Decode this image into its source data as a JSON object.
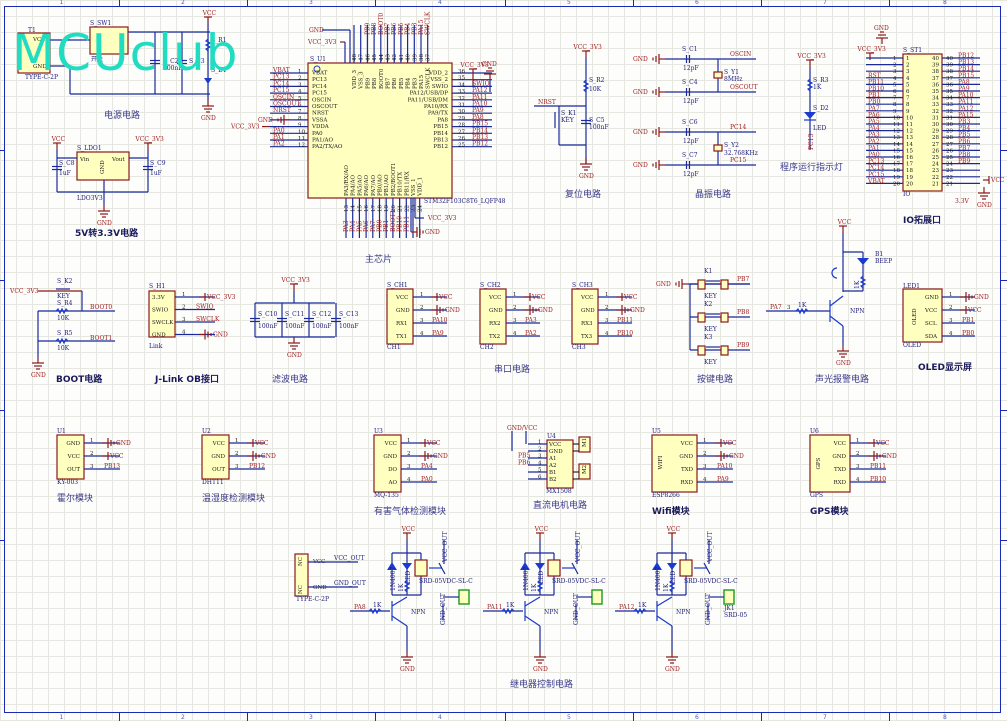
{
  "watermark": "MCUclub",
  "zones": [
    "1",
    "2",
    "3",
    "4",
    "5",
    "6",
    "7",
    "8"
  ],
  "sections": {
    "power": {
      "caption": "电源电路",
      "typec": {
        "ref": "T1",
        "pins": [
          "VCC",
          "GND"
        ],
        "part": "TYPE-C-2P"
      },
      "switch": {
        "ref": "S_SW1",
        "label": "开关"
      },
      "c2": {
        "ref": "S_C2",
        "value": "100nF"
      },
      "c3": {
        "ref": "S_C3",
        "value": "10uF"
      },
      "r1": {
        "ref": "S_R1"
      },
      "d1": {
        "ref": "S_D1"
      },
      "vcc": "VCC",
      "gnd": "GND"
    },
    "ldo": {
      "caption": "5V转3.3V电路",
      "ref": "S_LDO1",
      "part": "LDO3V3",
      "pins": {
        "vin": "Vin",
        "vout": "Vout",
        "gnd": "GND"
      },
      "c8": {
        "ref": "S_C8",
        "value": "1uF"
      },
      "c9": {
        "ref": "S_C9",
        "value": "1uF"
      },
      "vcc": "VCC",
      "vcc3v3": "VCC_3V3",
      "gnd": "GND"
    },
    "mcu": {
      "caption": "主芯片",
      "ref": "S_U1",
      "part": "STM32F103C8T6_LQFP48",
      "left_pins": [
        {
          "n": "1",
          "name": "VBAT",
          "net": "VBAT"
        },
        {
          "n": "2",
          "name": "PC13",
          "net": "PC13"
        },
        {
          "n": "3",
          "name": "PC14",
          "net": "PC14"
        },
        {
          "n": "4",
          "name": "PC15",
          "net": "PC15"
        },
        {
          "n": "5",
          "name": "OSCIN",
          "net": "OSCIN"
        },
        {
          "n": "6",
          "name": "OSCOUT",
          "net": "OSCOUT"
        },
        {
          "n": "7",
          "name": "NRST",
          "net": "NRST"
        },
        {
          "n": "8",
          "name": "VSSA",
          "net": "GND"
        },
        {
          "n": "9",
          "name": "VDDA",
          "net": "VCC_3V3"
        },
        {
          "n": "10",
          "name": "PA0",
          "net": "PA0"
        },
        {
          "n": "11",
          "name": "PA1/AO",
          "net": "PA1"
        },
        {
          "n": "12",
          "name": "PA2/TX/AO",
          "net": "PA2"
        }
      ],
      "right_pins": [
        {
          "n": "36",
          "name": "VDD_2",
          "net": "VCC_3V3"
        },
        {
          "n": "35",
          "name": "VSS_2",
          "net": "GND"
        },
        {
          "n": "34",
          "name": "SWIO",
          "net": "SWIO"
        },
        {
          "n": "33",
          "name": "PA12/USB/DP",
          "net": "PA12"
        },
        {
          "n": "32",
          "name": "PA11/USB/DM",
          "net": "PA11"
        },
        {
          "n": "31",
          "name": "PA10/RX",
          "net": "PA10"
        },
        {
          "n": "30",
          "name": "PA9/TX",
          "net": "PA9"
        },
        {
          "n": "29",
          "name": "PA8",
          "net": "PA8"
        },
        {
          "n": "28",
          "name": "PB15",
          "net": "PB15"
        },
        {
          "n": "27",
          "name": "PB14",
          "net": "PB14"
        },
        {
          "n": "26",
          "name": "PB13",
          "net": "PB13"
        },
        {
          "n": "25",
          "name": "PB12",
          "net": "PB12"
        }
      ],
      "top_pins": [
        {
          "n": "48",
          "name": "VDD_3"
        },
        {
          "n": "47",
          "name": "VSS_3"
        },
        {
          "n": "46",
          "name": "PB9",
          "net": "PB9"
        },
        {
          "n": "45",
          "name": "PB8",
          "net": "PB8"
        },
        {
          "n": "44",
          "name": "BOOT0",
          "net": "BOOT0"
        },
        {
          "n": "43",
          "name": "PB7",
          "net": "PB7"
        },
        {
          "n": "42",
          "name": "PB6",
          "net": "PB6"
        },
        {
          "n": "41",
          "name": "PB5",
          "net": "PB5"
        },
        {
          "n": "40",
          "name": "PB4",
          "net": "PB4"
        },
        {
          "n": "39",
          "name": "PB3",
          "net": "PB3"
        },
        {
          "n": "38",
          "name": "PA15",
          "net": "PA15"
        },
        {
          "n": "37",
          "name": "SWCLK",
          "net": "SWCLK"
        }
      ],
      "bottom_pins": [
        {
          "n": "13",
          "name": "PA3/RX/AO",
          "net": "PA3"
        },
        {
          "n": "14",
          "name": "PA4/AO",
          "net": "PA4"
        },
        {
          "n": "15",
          "name": "PA5/AO",
          "net": "PA5"
        },
        {
          "n": "16",
          "name": "PA6/AO",
          "net": "PA6"
        },
        {
          "n": "17",
          "name": "PA7/AO",
          "net": "PA7"
        },
        {
          "n": "18",
          "name": "PB0/AO",
          "net": "PB0"
        },
        {
          "n": "19",
          "name": "PB1/AO",
          "net": "PB1"
        },
        {
          "n": "20",
          "name": "PB2/BOOT1",
          "net": "BOOT1"
        },
        {
          "n": "21",
          "name": "PB10/TX",
          "net": "PB10"
        },
        {
          "n": "22",
          "name": "PB11/RX",
          "net": "PB11"
        },
        {
          "n": "23",
          "name": "VSS_1"
        },
        {
          "n": "24",
          "name": "VDD_1"
        }
      ],
      "gnd": "GND",
      "vcc3v3": "VCC_3V3"
    },
    "reset": {
      "caption": "复位电路",
      "vcc3v3": "VCC_3V3",
      "gnd": "GND",
      "net": "NRST",
      "r2": {
        "ref": "S_R2",
        "value": "10K"
      },
      "k1": {
        "ref": "S_K1",
        "value": "KEY"
      },
      "c5": {
        "ref": "S_C5",
        "value": "100nF"
      }
    },
    "crystal": {
      "caption": "晶振电路",
      "gnd": "GND",
      "caps": [
        {
          "ref": "S_C1",
          "value": "12pF"
        },
        {
          "ref": "S_C4",
          "value": "12pF"
        },
        {
          "ref": "S_C6",
          "value": "12pF"
        },
        {
          "ref": "S_C7",
          "value": "12pF"
        }
      ],
      "y1": {
        "ref": "S_Y1",
        "value": "8MHz"
      },
      "y2": {
        "ref": "S_Y2",
        "value": "32.768KHz"
      },
      "nets": [
        "OSCIN",
        "OSCOUT",
        "PC14",
        "PC15"
      ]
    },
    "led": {
      "caption": "程序运行指示灯",
      "vcc3v3": "VCC_3V3",
      "r3": {
        "ref": "S_R3",
        "value": "1K"
      },
      "d2": {
        "ref": "S_D2",
        "value": "LED"
      },
      "net": "PC13"
    },
    "io": {
      "caption": "IO拓展口",
      "ref": "S_ST1",
      "part": "IO",
      "gnd": "GND",
      "vcc": "VCC",
      "v33": "3.3V",
      "vcc3v3": "VCC_3V3",
      "left_nets": [
        "",
        "",
        "",
        "RST",
        "PB11",
        "PB10",
        "PB1",
        "PB0",
        "PA7",
        "PA6",
        "PA5",
        "PA4",
        "PA3",
        "PA2",
        "PA1",
        "PA0",
        "PC13",
        "PC14",
        "PC15",
        "VBAT"
      ],
      "right_nets": [
        "PB12",
        "PB13",
        "PB14",
        "PB15",
        "PA8",
        "PA9",
        "PA10",
        "PA11",
        "PA12",
        "PA15",
        "PB3",
        "PB4",
        "PB5",
        "PB6",
        "PB7",
        "PB8",
        "PB9",
        "",
        "",
        ""
      ]
    },
    "boot": {
      "caption": "BOOT电路",
      "vcc3v3": "VCC_3V3",
      "gnd": "GND",
      "k2": {
        "ref": "S_K2",
        "value": "KEY"
      },
      "r4": {
        "ref": "S_R4",
        "value": "10K"
      },
      "r5": {
        "ref": "S_R5",
        "value": "10K"
      },
      "nets": [
        "BOOT0",
        "BOOT1"
      ]
    },
    "jlink": {
      "caption": "J-Link OB接口",
      "ref": "S_H1",
      "part": "Link",
      "pins": [
        {
          "n": "1",
          "name": "3.3V",
          "net": "VCC_3V3"
        },
        {
          "n": "2",
          "name": "SWIO",
          "net": "SWIO"
        },
        {
          "n": "3",
          "name": "SWCLK",
          "net": "SWCLK"
        },
        {
          "n": "4",
          "name": "GND",
          "net": "GND"
        }
      ]
    },
    "filter": {
      "caption": "滤波电路",
      "vcc3v3": "VCC_3V3",
      "gnd": "GND",
      "caps": [
        {
          "ref": "S_C10",
          "value": "100nF"
        },
        {
          "ref": "S_C11",
          "value": "100nF"
        },
        {
          "ref": "S_C12",
          "value": "100nF"
        },
        {
          "ref": "S_C13",
          "value": "100nF"
        }
      ]
    },
    "serial": {
      "caption": "串口电路",
      "ports": [
        {
          "ref": "S_CH1",
          "part": "CH1",
          "pins": [
            "VCC",
            "GND",
            "RX1",
            "TX1"
          ],
          "nets": [
            "VCC",
            "GND",
            "PA10",
            "PA9"
          ]
        },
        {
          "ref": "S_CH2",
          "part": "CH2",
          "pins": [
            "VCC",
            "GND",
            "RX2",
            "TX2"
          ],
          "nets": [
            "VCC",
            "GND",
            "PA3",
            "PA2"
          ]
        },
        {
          "ref": "S_CH3",
          "part": "CH3",
          "pins": [
            "VCC",
            "GND",
            "RX3",
            "TX3"
          ],
          "nets": [
            "VCC",
            "GND",
            "PB11",
            "PB10"
          ]
        }
      ]
    },
    "keys": {
      "caption": "按键电路",
      "gnd": "GND",
      "keys": [
        {
          "ref": "K1",
          "value": "KEY",
          "net": "PB7"
        },
        {
          "ref": "K2",
          "value": "KEY",
          "net": "PB8"
        },
        {
          "ref": "K3",
          "value": "KEY",
          "net": "PB9"
        }
      ]
    },
    "buzzer": {
      "caption": "声光报警电路",
      "vcc": "VCC",
      "gnd": "GND",
      "net": "PA7",
      "pin": "3",
      "r": "1K",
      "r2": "1K",
      "q": "NPN",
      "b1": {
        "ref": "B1",
        "value": "BEEP"
      }
    },
    "oled": {
      "caption": "OLED显示屏",
      "ref": "LED1",
      "part": "OLED",
      "body": "OLED",
      "pins": [
        "GND",
        "VCC",
        "SCL",
        "SDA"
      ],
      "nets": [
        "GND",
        "VCC",
        "PB1",
        "PB0"
      ]
    },
    "hall": {
      "caption": "霍尔模块",
      "ref": "U1",
      "part": "KY-003",
      "pins": [
        "GND",
        "VCC",
        "OUT"
      ],
      "nets": [
        "GND",
        "VCC",
        "PB13"
      ]
    },
    "dht": {
      "caption": "温湿度检测模块",
      "ref": "U2",
      "part": "DHT11",
      "pins": [
        "VCC",
        "GND",
        "OUT"
      ],
      "nets": [
        "VCC",
        "GND",
        "PB12"
      ]
    },
    "gas": {
      "caption": "有害气体检测模块",
      "ref": "U3",
      "part": "MQ-135",
      "pins": [
        "VCC",
        "GND",
        "DO",
        "AO"
      ],
      "nets": [
        "VCC",
        "GND",
        "PA4",
        "PA0"
      ]
    },
    "motor": {
      "caption": "直流电机电路",
      "ref": "U4",
      "part": "MX1508",
      "pins": [
        "VCC",
        "GND",
        "A1",
        "A2",
        "B1",
        "B2"
      ],
      "nets": [
        "VCC",
        "GND",
        "PB5",
        "PB6",
        "",
        ""
      ],
      "top": "GND/VCC",
      "m1": "M1",
      "m2": "M2"
    },
    "wifi": {
      "caption": "Wifi模块",
      "ref": "U5",
      "part": "ESP8266",
      "body": "WIFI",
      "pins": [
        "VCC",
        "GND",
        "TXD",
        "RXD"
      ],
      "nets": [
        "VCC",
        "GND",
        "PA10",
        "PA9"
      ]
    },
    "gps": {
      "caption": "GPS模块",
      "ref": "U6",
      "part": "GPS",
      "body": "GPS",
      "pins": [
        "VCC",
        "GND",
        "TXD",
        "RXD"
      ],
      "nets": [
        "VCC",
        "GND",
        "PB11",
        "PB10"
      ]
    },
    "relay": {
      "caption": "继电器控制电路",
      "typec": {
        "part": "TYPE-C-2P",
        "pins": [
          "VCC",
          "GND"
        ],
        "nets": [
          "VCC_OUT",
          "GND_OUT"
        ],
        "nc": "NC"
      },
      "channels": [
        {
          "net": "PA8",
          "r": "1K",
          "q": "NPN",
          "diode": "1N4007",
          "led": "LED",
          "rled": "1K",
          "relay": "SRD-05VDC-SL-C",
          "vcc": "VCC",
          "gnd": "GND",
          "vout": "VCC_OUT",
          "gout": "GND_OUT"
        },
        {
          "net": "PA11",
          "r": "1K",
          "q": "NPN",
          "diode": "1N4007",
          "led": "LED",
          "rled": "1K",
          "relay": "SRD-05VDC-SL-C",
          "vcc": "VCC",
          "gnd": "GND",
          "vout": "VCC_OUT",
          "gout": "GND_OUT"
        },
        {
          "net": "PA12",
          "r": "1K",
          "q": "NPN",
          "diode": "1N4007",
          "led": "LED",
          "rled": "1K",
          "relay": "SRD-05VDC-SL-C",
          "vcc": "VCC",
          "gnd": "GND",
          "vout": "VCC_OUT",
          "gout": "GND_OUT",
          "jk": "JK1",
          "jkpart": "SRD-05"
        }
      ]
    }
  }
}
